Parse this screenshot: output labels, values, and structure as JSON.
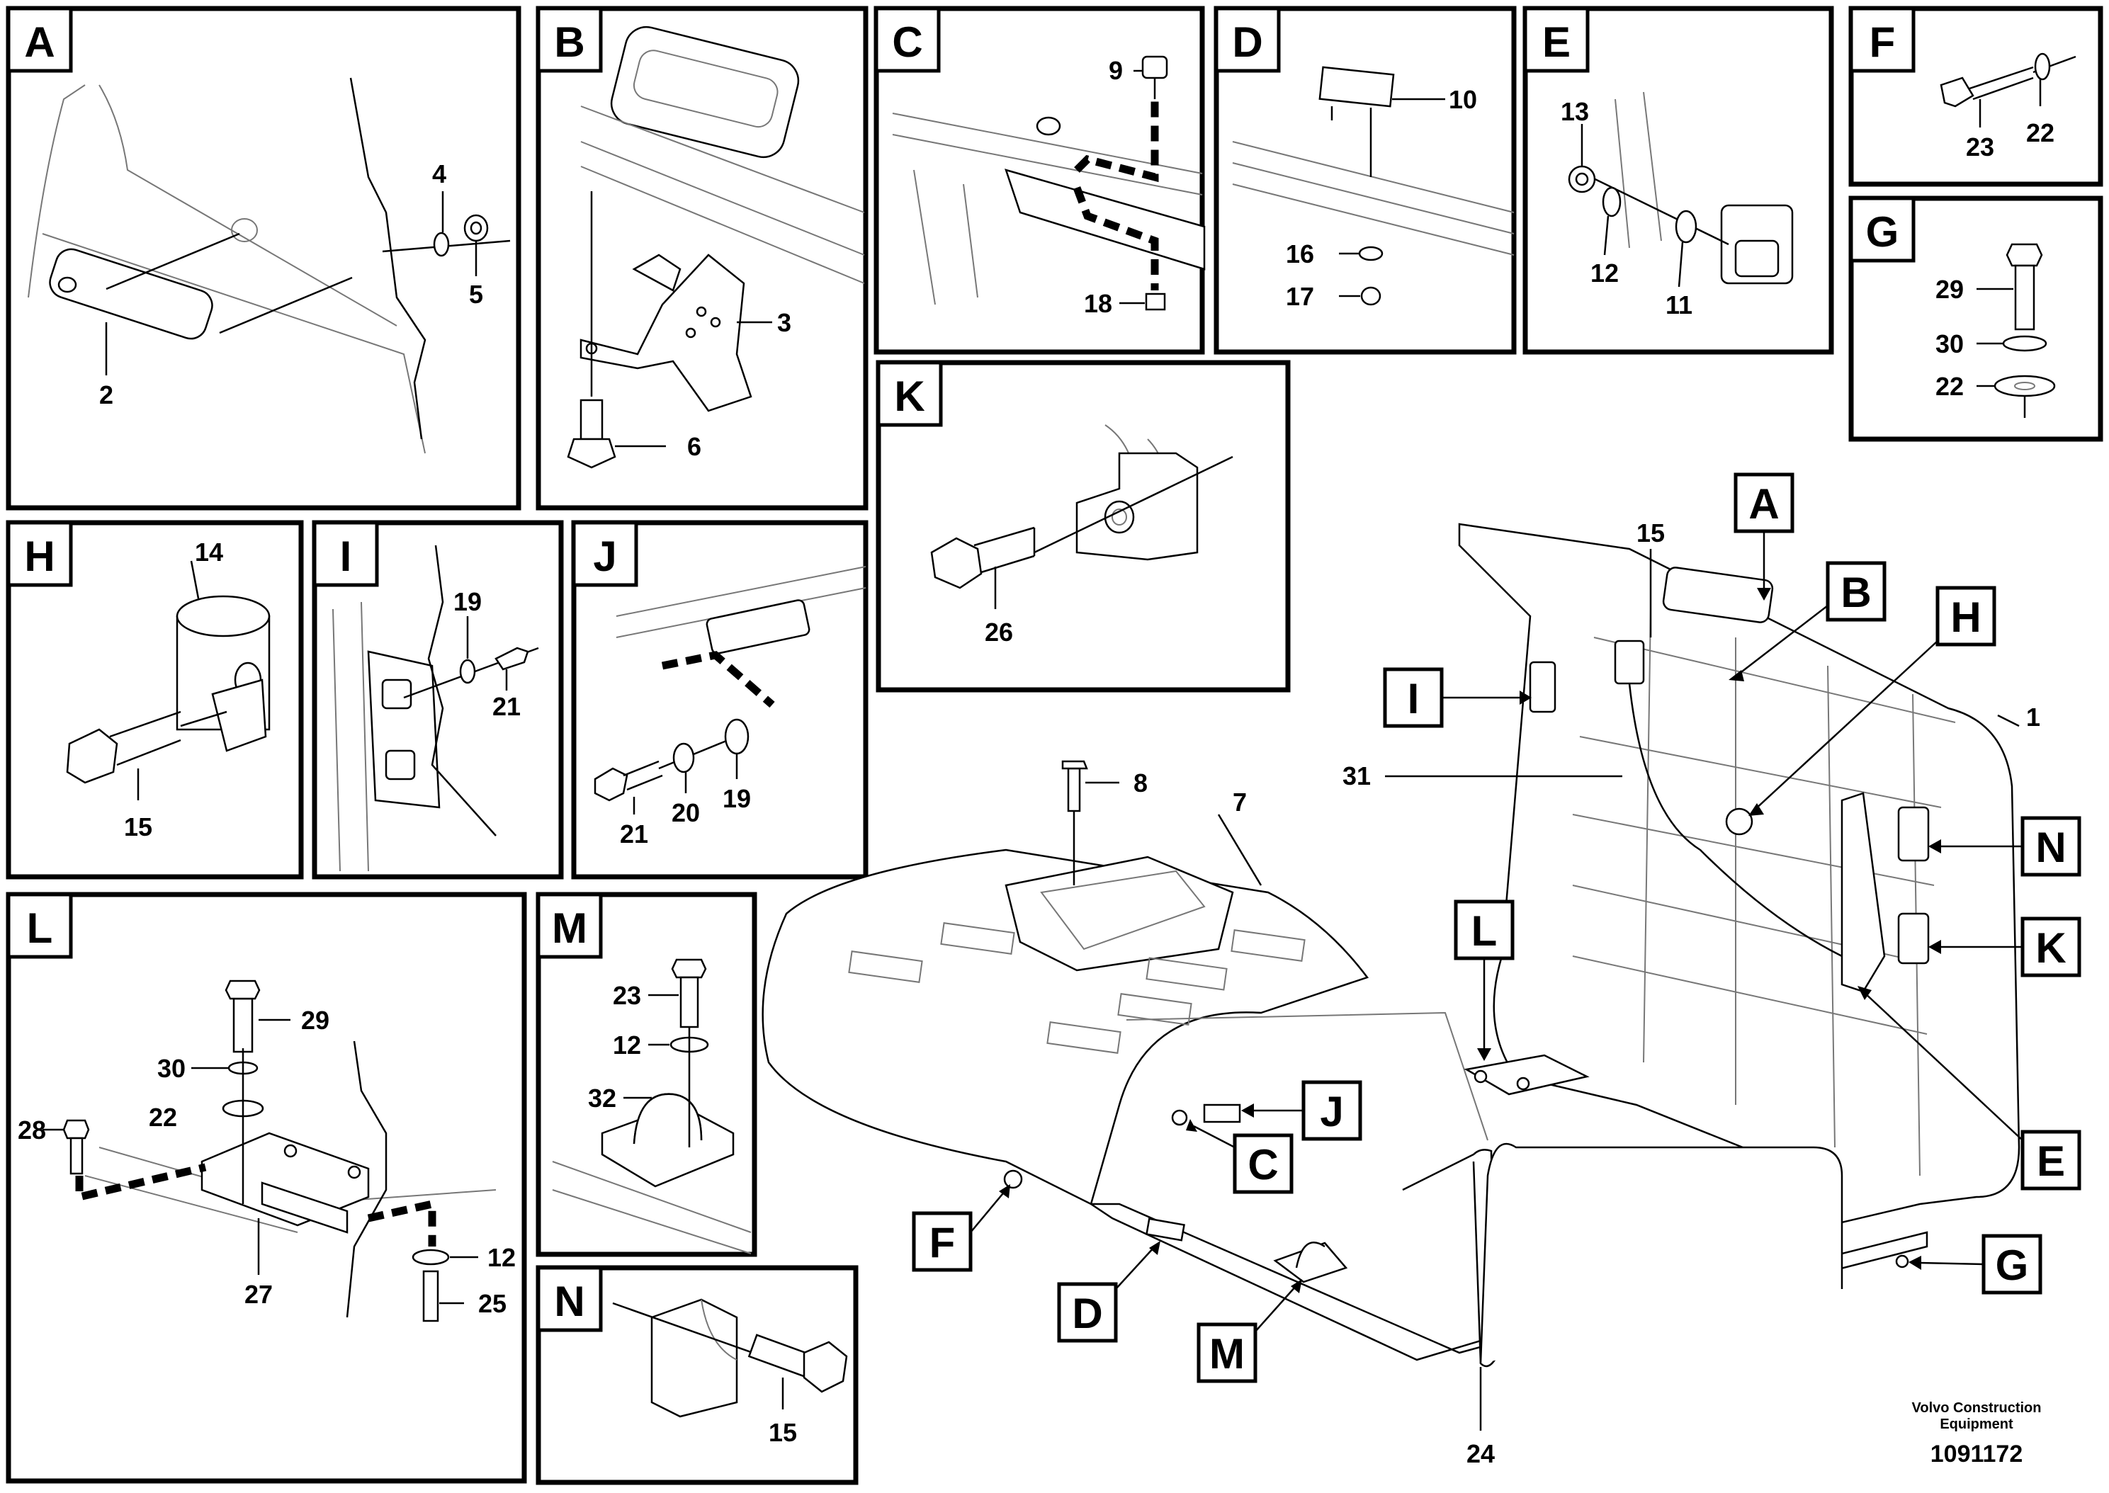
{
  "panels": [
    "A",
    "B",
    "C",
    "D",
    "E",
    "F",
    "G",
    "H",
    "I",
    "J",
    "K",
    "L",
    "M",
    "N"
  ],
  "callouts_main": [
    "A",
    "B",
    "H",
    "I",
    "N",
    "K",
    "L",
    "J",
    "C",
    "E",
    "F",
    "D",
    "M",
    "G"
  ],
  "part_numbers": {
    "p1": "1",
    "p2": "2",
    "p3": "3",
    "p4": "4",
    "p5": "5",
    "p6": "6",
    "p7": "7",
    "p8": "8",
    "p9": "9",
    "p10": "10",
    "p11": "11",
    "p12": "12",
    "p13": "13",
    "p14": "14",
    "p15": "15",
    "p16": "16",
    "p17": "17",
    "p18": "18",
    "p19": "19",
    "p20": "20",
    "p21": "21",
    "p22": "22",
    "p23": "23",
    "p24": "24",
    "p25": "25",
    "p26": "26",
    "p27": "27",
    "p28": "28",
    "p29": "29",
    "p30": "30",
    "p31": "31",
    "p32": "32"
  },
  "footer": {
    "brand_line1": "Volvo Construction",
    "brand_line2": "Equipment",
    "drawing_number": "1091172"
  }
}
